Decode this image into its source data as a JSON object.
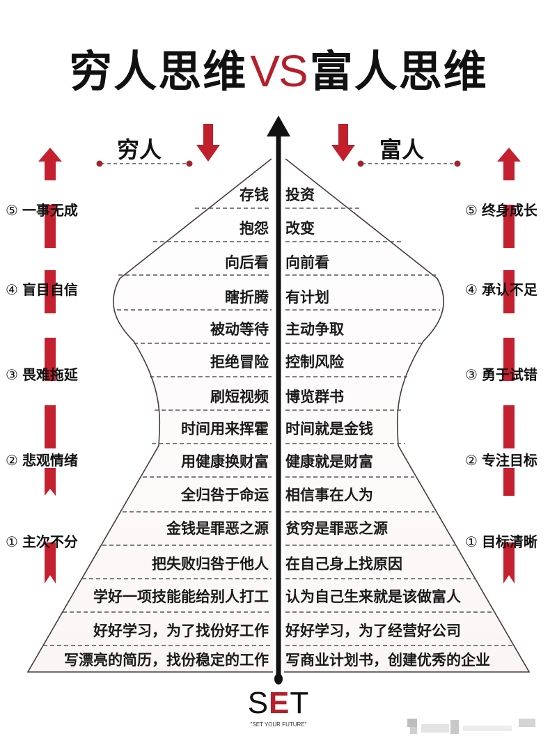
{
  "title": {
    "left": "穷人思维",
    "vs": "VS",
    "right": "富人思维"
  },
  "headers": {
    "poor": "穷人",
    "rich": "富人"
  },
  "rows": [
    {
      "poor": "存钱",
      "rich": "投资"
    },
    {
      "poor": "抱怨",
      "rich": "改变"
    },
    {
      "poor": "向后看",
      "rich": "向前看"
    },
    {
      "poor": "瞎折腾",
      "rich": "有计划"
    },
    {
      "poor": "被动等待",
      "rich": "主动争取"
    },
    {
      "poor": "拒绝冒险",
      "rich": "控制风险"
    },
    {
      "poor": "刷短视频",
      "rich": "博览群书"
    },
    {
      "poor": "时间用来挥霍",
      "rich": "时间就是金钱"
    },
    {
      "poor": "用健康换财富",
      "rich": "健康就是财富"
    },
    {
      "poor": "全归咎于命运",
      "rich": "相信事在人为"
    },
    {
      "poor": "金钱是罪恶之源",
      "rich": "贫穷是罪恶之源"
    },
    {
      "poor": "把失败归咎于他人",
      "rich": "在自己身上找原因"
    },
    {
      "poor": "学好一项技能能给别人打工",
      "rich": "认为自己生来就是该做富人"
    },
    {
      "poor": "好好学习，为了找份好工作",
      "rich": "好好学习，为了经营好公司"
    },
    {
      "poor": "写漂亮的简历，找份稳定的工作",
      "rich": "写商业计划书，创建优秀的企业"
    }
  ],
  "poor_stages": [
    {
      "num": "⑤",
      "label": "一事无成"
    },
    {
      "num": "④",
      "label": "盲目自信"
    },
    {
      "num": "③",
      "label": "畏难拖延"
    },
    {
      "num": "②",
      "label": "悲观情绪"
    },
    {
      "num": "①",
      "label": "主次不分"
    }
  ],
  "rich_stages": [
    {
      "num": "⑤",
      "label": "终身成长"
    },
    {
      "num": "④",
      "label": "承认不足"
    },
    {
      "num": "③",
      "label": "勇于试错"
    },
    {
      "num": "②",
      "label": "专注目标"
    },
    {
      "num": "①",
      "label": "目标清晰"
    }
  ],
  "logo": {
    "s": "S",
    "e": "E",
    "t": "T",
    "tagline": "\"SET YOUR FUTURE\""
  },
  "colors": {
    "accent_red": "#b51f2a",
    "text": "#111111",
    "outline": "#4a3a3a"
  }
}
